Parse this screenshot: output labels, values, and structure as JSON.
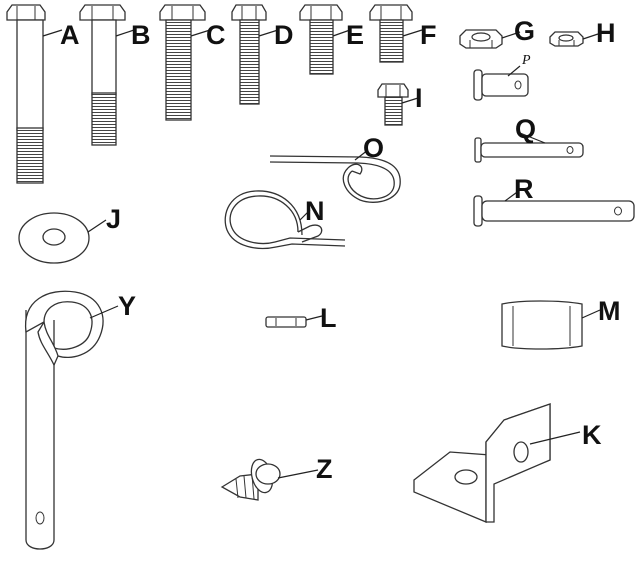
{
  "parts": [
    {
      "id": "A",
      "label": "A",
      "name": "long hex bolt"
    },
    {
      "id": "B",
      "label": "B",
      "name": "hex bolt"
    },
    {
      "id": "C",
      "label": "C",
      "name": "fully threaded bolt"
    },
    {
      "id": "D",
      "label": "D",
      "name": "thin bolt"
    },
    {
      "id": "E",
      "label": "E",
      "name": "short bolt"
    },
    {
      "id": "F",
      "label": "F",
      "name": "short bolt"
    },
    {
      "id": "G",
      "label": "G",
      "name": "hex nut"
    },
    {
      "id": "H",
      "label": "H",
      "name": "small hex nut"
    },
    {
      "id": "I",
      "label": "I",
      "name": "small bolt"
    },
    {
      "id": "P",
      "label": "P",
      "name": "short clevis pin"
    },
    {
      "id": "Q",
      "label": "Q",
      "name": "clevis pin"
    },
    {
      "id": "R",
      "label": "R",
      "name": "long clevis pin"
    },
    {
      "id": "J",
      "label": "J",
      "name": "washer"
    },
    {
      "id": "N",
      "label": "N",
      "name": "hair pin clip"
    },
    {
      "id": "O",
      "label": "O",
      "name": "hair pin clip"
    },
    {
      "id": "Y",
      "label": "Y",
      "name": "hook pin"
    },
    {
      "id": "L",
      "label": "L",
      "name": "spacer"
    },
    {
      "id": "M",
      "label": "M",
      "name": "sleeve"
    },
    {
      "id": "Z",
      "label": "Z",
      "name": "self tapping screw"
    },
    {
      "id": "K",
      "label": "K",
      "name": "angle bracket"
    }
  ]
}
